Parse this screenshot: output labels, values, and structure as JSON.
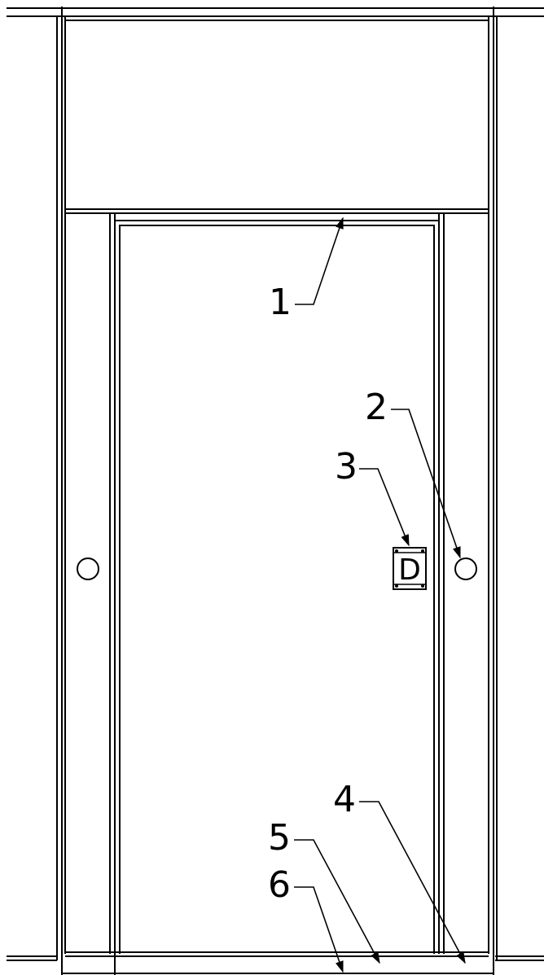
{
  "diagram": {
    "callouts": [
      {
        "id": "1",
        "label": "1"
      },
      {
        "id": "2",
        "label": "2"
      },
      {
        "id": "3",
        "label": "3"
      },
      {
        "id": "4",
        "label": "4"
      },
      {
        "id": "5",
        "label": "5"
      },
      {
        "id": "6",
        "label": "6"
      }
    ],
    "plate_letter": "D"
  }
}
